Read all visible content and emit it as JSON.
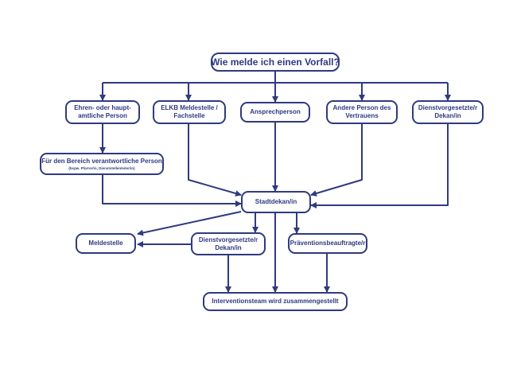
{
  "colors": {
    "primary": "#2f3a80",
    "background": "#ffffff"
  },
  "nodes": {
    "title": {
      "lines": [
        "Wie melde ich einen Vorfall?"
      ]
    },
    "ehrenamt": {
      "lines": [
        "Ehren- oder haupt-",
        "amtliche Person"
      ]
    },
    "elkb": {
      "lines": [
        "ELKB Meldestelle /",
        "Fachstelle"
      ]
    },
    "ansprech": {
      "lines": [
        "Ansprechperson"
      ]
    },
    "andere": {
      "lines": [
        "Andere Person des",
        "Vertrauens"
      ]
    },
    "dienst_top": {
      "lines": [
        "Dienstvorgesetzte/r",
        "Dekan/in"
      ]
    },
    "bereich": {
      "lines": [
        "Für den Bereich verantwortliche Person"
      ],
      "sub": "(bspw. Pfarrer/in, Dienststellenleiter/in)"
    },
    "stadtdekan": {
      "lines": [
        "Stadtdekan/in"
      ]
    },
    "meldestelle": {
      "lines": [
        "Meldestelle"
      ]
    },
    "dienst_mid": {
      "lines": [
        "Dienstvorgesetzte/r",
        "Dekan/in"
      ]
    },
    "praevention": {
      "lines": [
        "Präventionsbeauftragte/r"
      ]
    },
    "intervention": {
      "lines": [
        "Interventionsteam wird zusammengestellt"
      ]
    }
  }
}
